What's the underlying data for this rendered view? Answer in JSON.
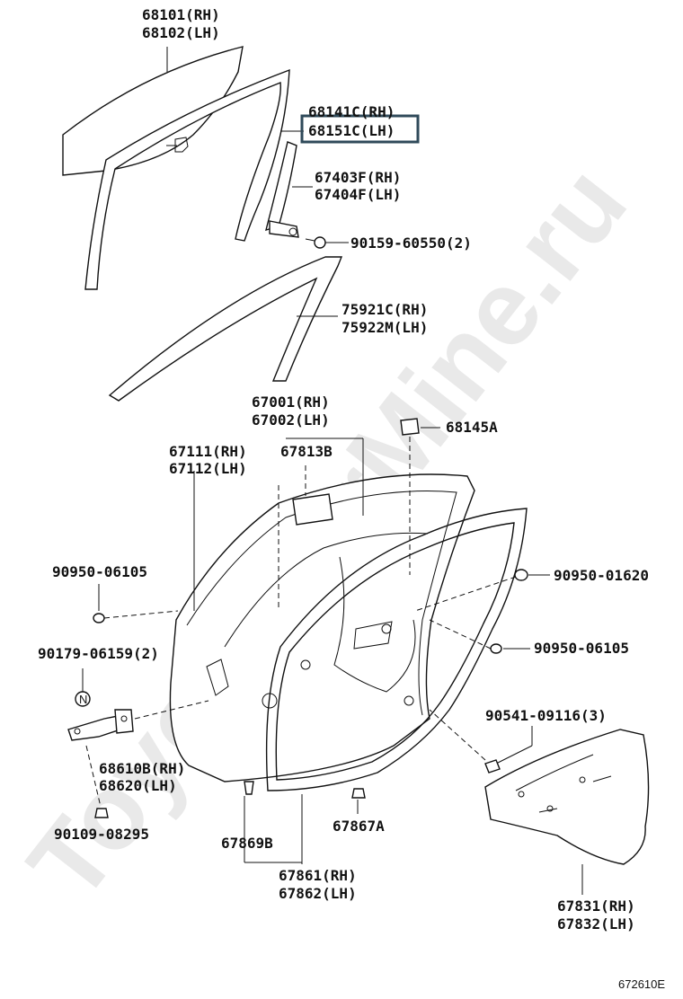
{
  "watermark": "ToyotaCarMine.ru",
  "figure_code": "672610E",
  "labels": {
    "p68101": "68101(RH)",
    "p68102": "68102(LH)",
    "p68141": "68141C(RH)",
    "p68151": "68151C(LH)",
    "p67403": "67403F(RH)",
    "p67404": "67404F(LH)",
    "p90159": "90159-60550(2)",
    "p75921": "75921C(RH)",
    "p75922": "75922M(LH)",
    "p67001": "67001(RH)",
    "p67002": "67002(LH)",
    "p68145": "68145A",
    "p67111": "67111(RH)",
    "p67112": "67112(LH)",
    "p67813": "67813B",
    "p90950a": "90950-06105",
    "p90950b": "90950-01620",
    "p90179": "90179-06159(2)",
    "p90950c": "90950-06105",
    "p90541": "90541-09116(3)",
    "p68610": "68610B(RH)",
    "p68620": "68620(LH)",
    "p90109": "90109-08295",
    "p67869": "67869B",
    "p67867": "67867A",
    "p67861": "67861(RH)",
    "p67862": "67862(LH)",
    "p67831": "67831(RH)",
    "p67832": "67832(LH)",
    "nut_symbol": "N"
  }
}
